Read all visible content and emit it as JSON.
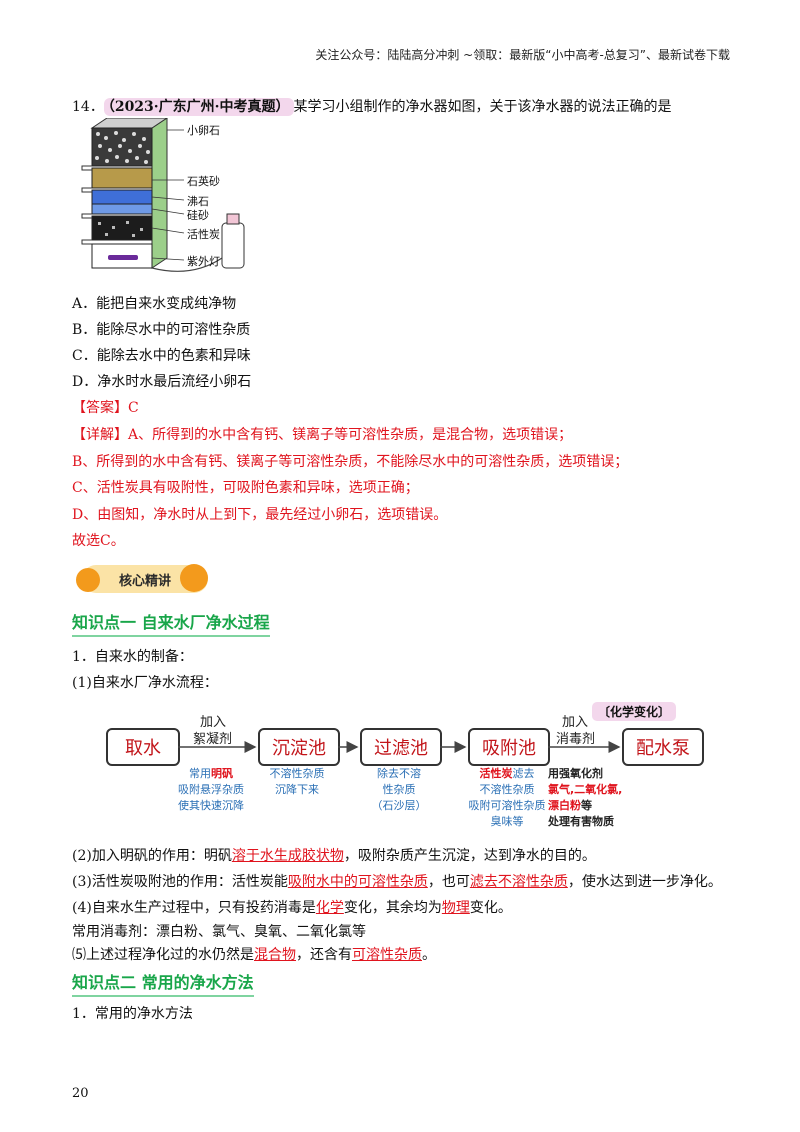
{
  "header": {
    "text": "关注公众号：陆陆高分冲刺 ~领取：最新版“小中高考-总复习”、最新试卷下载"
  },
  "question": {
    "number": "14．",
    "source_tag": "（2023·广东广州·中考真题）",
    "stem": "某学习小组制作的净水器如图，关于该净水器的说法正确的是",
    "figure_labels": [
      "小卵石",
      "石英砂",
      "沸石",
      "硅砂",
      "活性炭",
      "紫外灯"
    ],
    "options": [
      "A．能把自来水变成纯净物",
      "B．能除尽水中的可溶性杂质",
      "C．能除去水中的色素和异味",
      "D．净水时水最后流经小卵石"
    ],
    "answer_label": "【答案】",
    "answer_value": "C",
    "detail_label": "【详解】",
    "detail_lines": [
      "A、所得到的水中含有钙、镁离子等可溶性杂质，是混合物，选项错误；",
      "B、所得到的水中含有钙、镁离子等可溶性杂质，不能除尽水中的可溶性杂质，选项错误；",
      "C、活性炭具有吸附性，可吸附色素和异味，选项正确；",
      "D、由图知，净水时从上到下，最先经过小卵石，选项错误。"
    ],
    "conclusion": "故选C。"
  },
  "section_badge": "核心精讲",
  "kp1": {
    "title": "知识点一  自来水厂净水过程",
    "item1": "1．自来水的制备：",
    "item1_1": "(1)自来水厂净水流程：",
    "flow": {
      "boxes": [
        "取水",
        "沉淀池",
        "过滤池",
        "吸附池",
        "配水泵"
      ],
      "arrow1_top": "加入",
      "arrow1_bottom": "絮凝剂",
      "arrow4_top": "加入",
      "arrow4_bottom": "消毒剂",
      "chem_tag": "〔化学变化〕",
      "note1_line1_a": "常用",
      "note1_line1_b": "明矾",
      "note1_line2": "吸附悬浮杂质",
      "note1_line3": "使其快速沉降",
      "note2_line1": "不溶性杂质",
      "note2_line2": "沉降下来",
      "note3_line1": "除去不溶",
      "note3_line2": "性杂质",
      "note3_line3": "（石沙层）",
      "note4_line1_a": "活性炭",
      "note4_line1_b": "滤去",
      "note4_line2": "不溶性杂质",
      "note4_line3": "吸附可溶性杂质",
      "note4_line4": "臭味等",
      "note5_line1": "用强氧化剂",
      "note5_line2": "氯气,二氧化氯,",
      "note5_line3_a": "漂白粉",
      "note5_line3_b": "等",
      "note5_line4": "处理有害物质"
    },
    "p2_a": "(2)加入明矾的作用：明矾",
    "p2_b": "溶于水生成胶状物",
    "p2_c": "，吸附杂质产生沉淀，达到净水的目的。",
    "p3_a": "(3)活性炭吸附池的作用：活性炭能",
    "p3_b": "吸附水中的可溶性杂质",
    "p3_c": "，也可",
    "p3_d": "滤去不溶性杂质",
    "p3_e": "，使水达到进一步净化。",
    "p4_a": "(4)自来水生产过程中，只有投药消毒是",
    "p4_b": "化学",
    "p4_c": "变化，其余均为",
    "p4_d": "物理",
    "p4_e": "变化。",
    "p5": "常用消毒剂：漂白粉、氯气、臭氧、二氧化氯等",
    "p6_a": "⑸上述过程净化过的水仍然是",
    "p6_b": "混合物",
    "p6_c": "，还含有",
    "p6_d": "可溶性杂质",
    "p6_e": "。"
  },
  "kp2": {
    "title": "知识点二  常用的净水方法",
    "item1": "1．常用的净水方法"
  },
  "page_number": "20"
}
